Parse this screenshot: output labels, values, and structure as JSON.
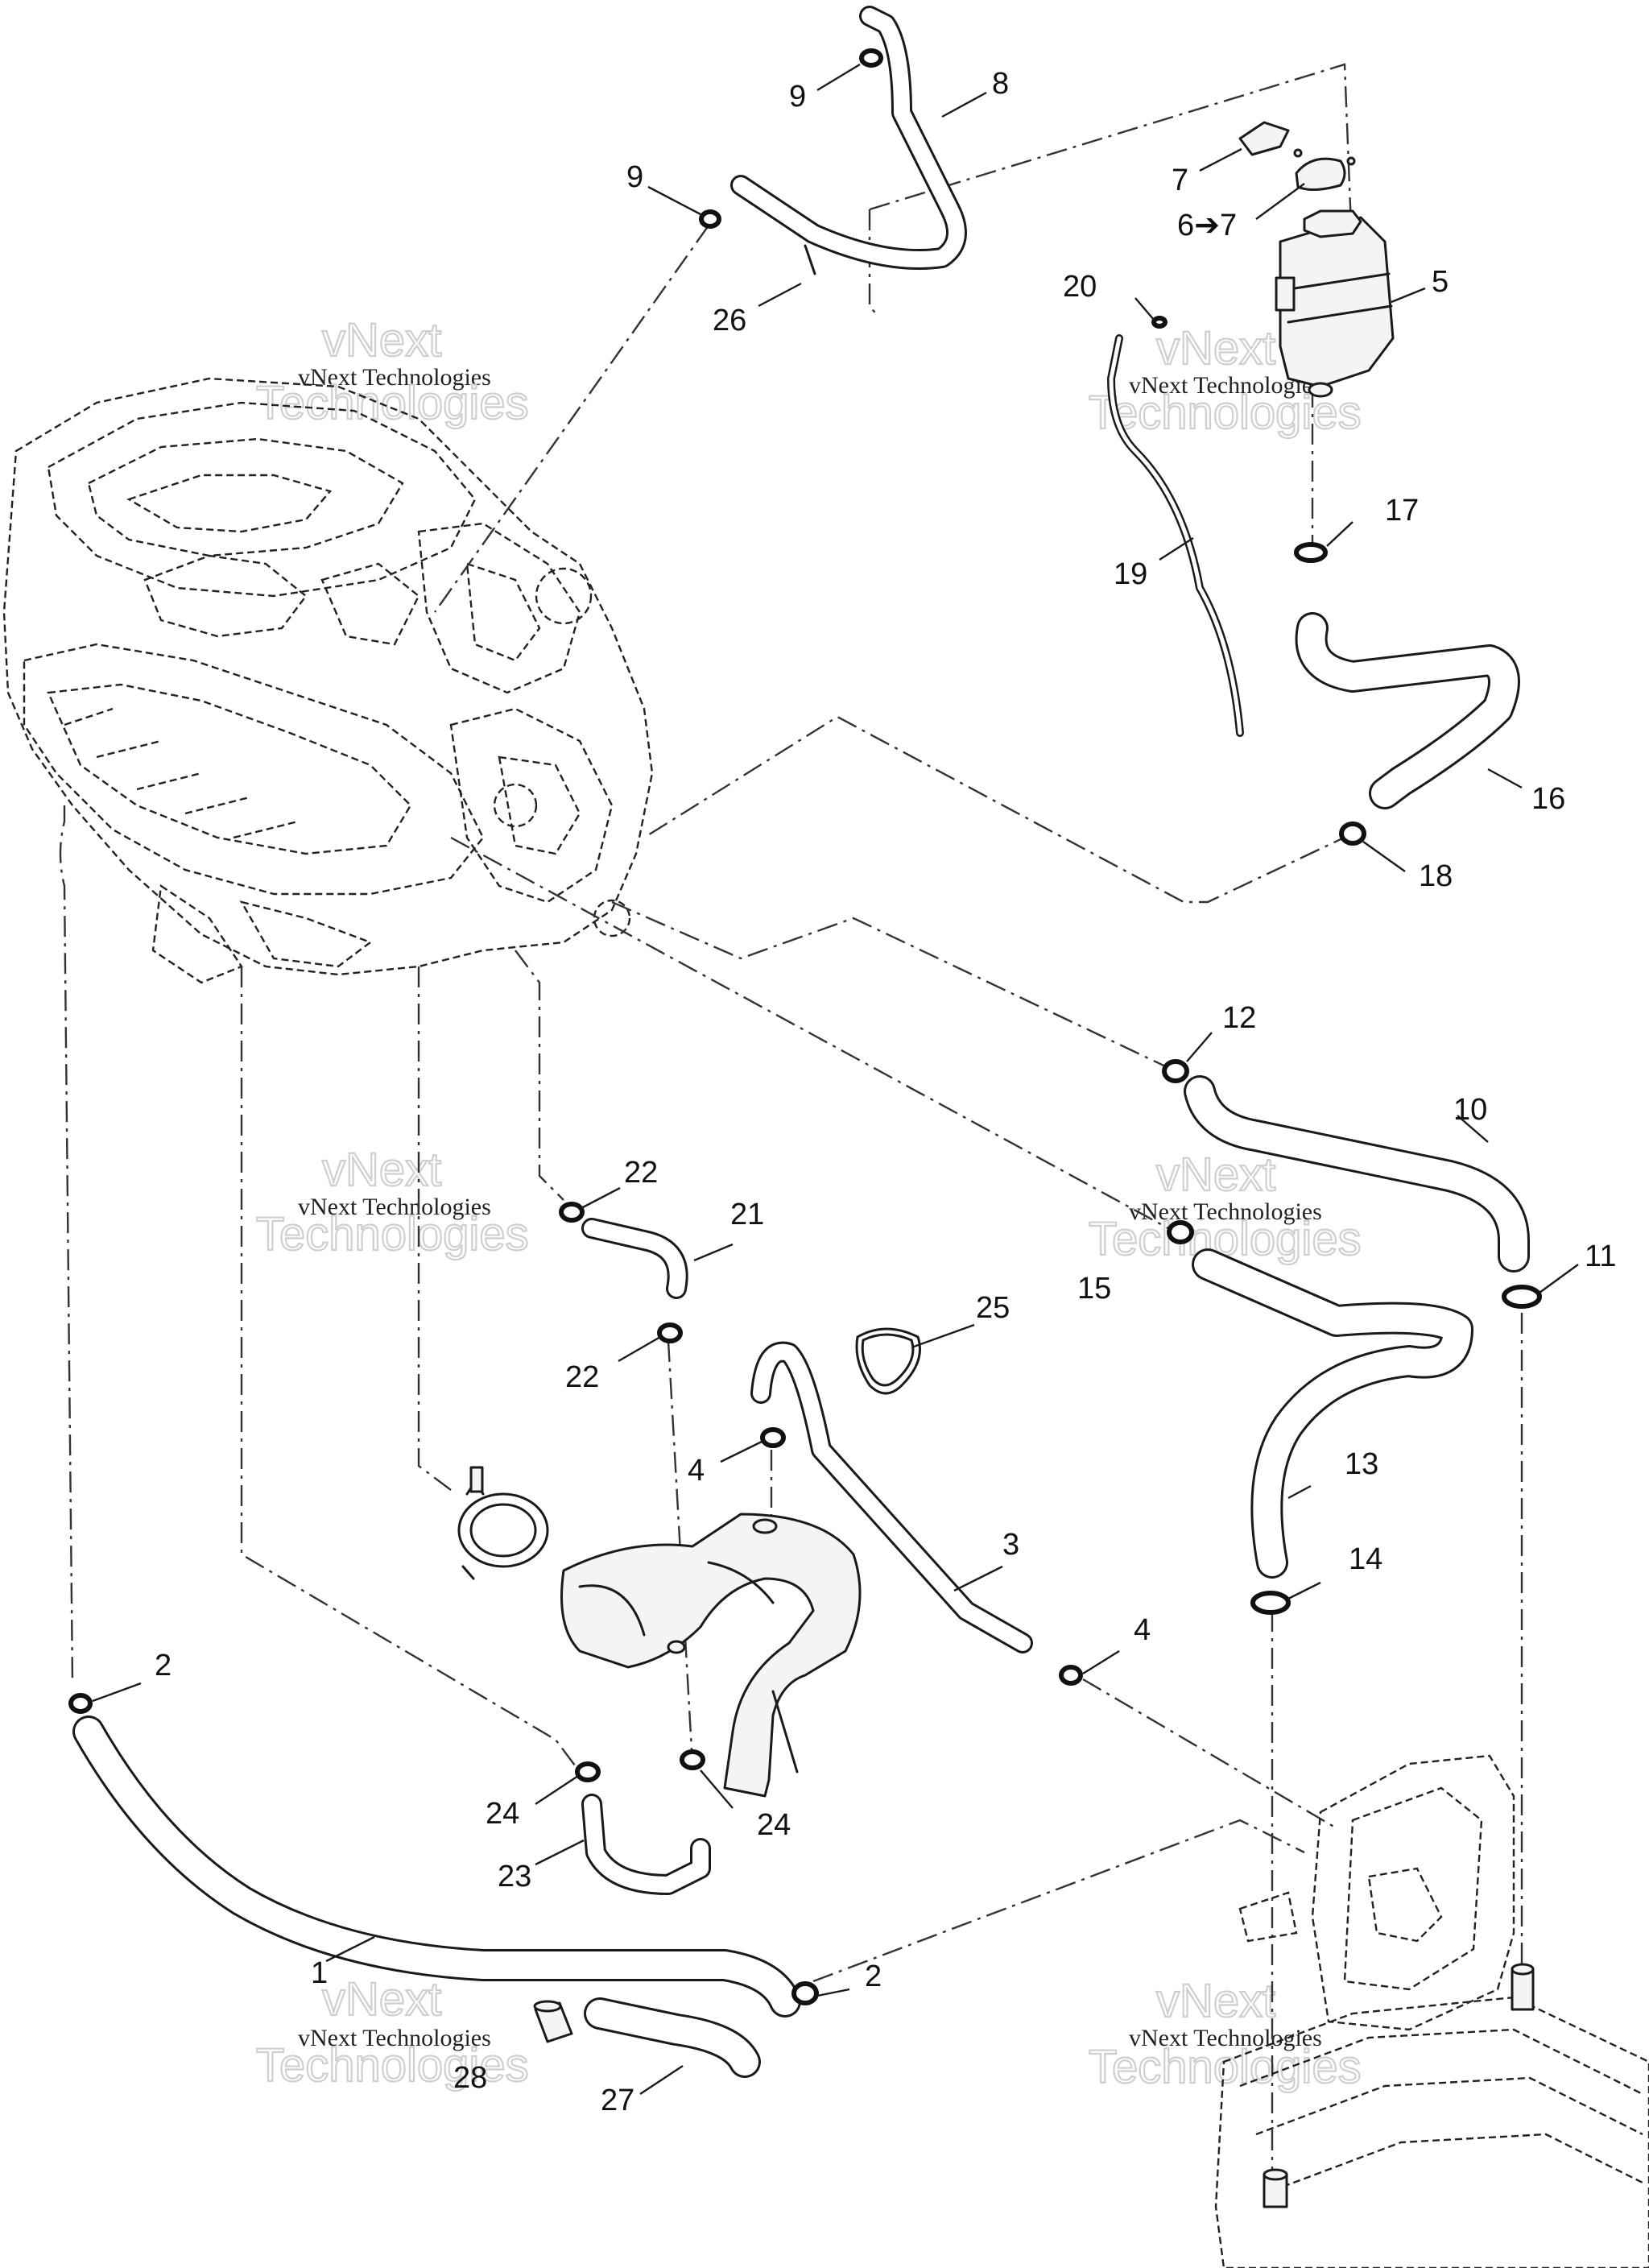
{
  "callouts": {
    "c1": "1",
    "c2a": "2",
    "c2b": "2",
    "c3": "3",
    "c4a": "4",
    "c4b": "4",
    "c5": "5",
    "c6": "6➔7",
    "c7": "7",
    "c8": "8",
    "c9a": "9",
    "c9b": "9",
    "c10": "10",
    "c11": "11",
    "c12": "12",
    "c13": "13",
    "c14": "14",
    "c15": "15",
    "c16": "16",
    "c17": "17",
    "c18": "18",
    "c19": "19",
    "c20": "20",
    "c21": "21",
    "c22a": "22",
    "c22b": "22",
    "c23": "23",
    "c24a": "24",
    "c24b": "24",
    "c25": "25",
    "c26": "26",
    "c27": "27",
    "c28": "28"
  },
  "watermark": {
    "line1": "vNext",
    "line2": "vNext Technologies",
    "line3": "Technologies"
  }
}
